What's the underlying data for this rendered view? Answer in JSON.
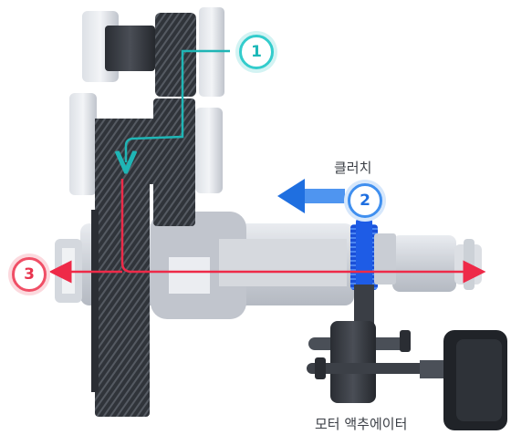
{
  "labels": {
    "clutch": "클러치",
    "motor_actuator": "모터 액추에이터"
  },
  "badges": {
    "one": "1",
    "two": "2",
    "three": "3"
  },
  "colors": {
    "teal_path": "#1fb5b5",
    "blue_arrow": "#1f6fe0",
    "red_arrow": "#ee2a48",
    "clutch_ring": "#1e5ce6"
  }
}
